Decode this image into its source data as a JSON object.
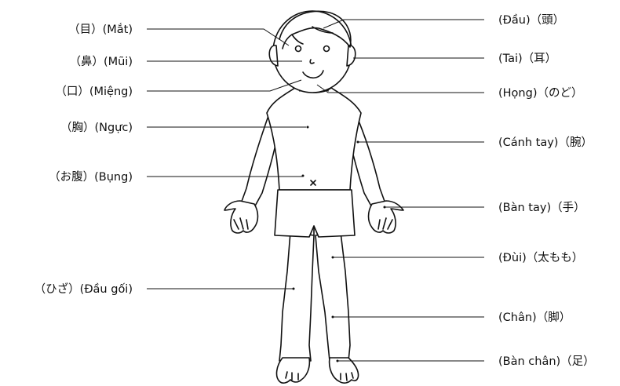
{
  "labels_left": [
    {
      "id": "eye",
      "text": "（目）(Mắt)"
    },
    {
      "id": "nose",
      "text": "（鼻）(Mũi)"
    },
    {
      "id": "mouth",
      "text": "（口）(Miệng)"
    },
    {
      "id": "chest",
      "text": "（胸）(Ngực)"
    },
    {
      "id": "belly",
      "text": "（お腹）(Bụng)"
    },
    {
      "id": "knee",
      "text": "（ひざ）(Đầu gối)"
    }
  ],
  "labels_right": [
    {
      "id": "head",
      "text": "(Đầu)（頭）"
    },
    {
      "id": "ear",
      "text": "(Tai)（耳）"
    },
    {
      "id": "throat",
      "text": "(Họng)（のど）"
    },
    {
      "id": "arm",
      "text": "(Cánh tay)（腕）"
    },
    {
      "id": "hand",
      "text": "(Bàn tay)（手）"
    },
    {
      "id": "thigh",
      "text": "(Đùi)（太もも）"
    },
    {
      "id": "leg",
      "text": "(Chân)（脚）"
    },
    {
      "id": "foot",
      "text": "(Bàn chân)（足）"
    }
  ]
}
